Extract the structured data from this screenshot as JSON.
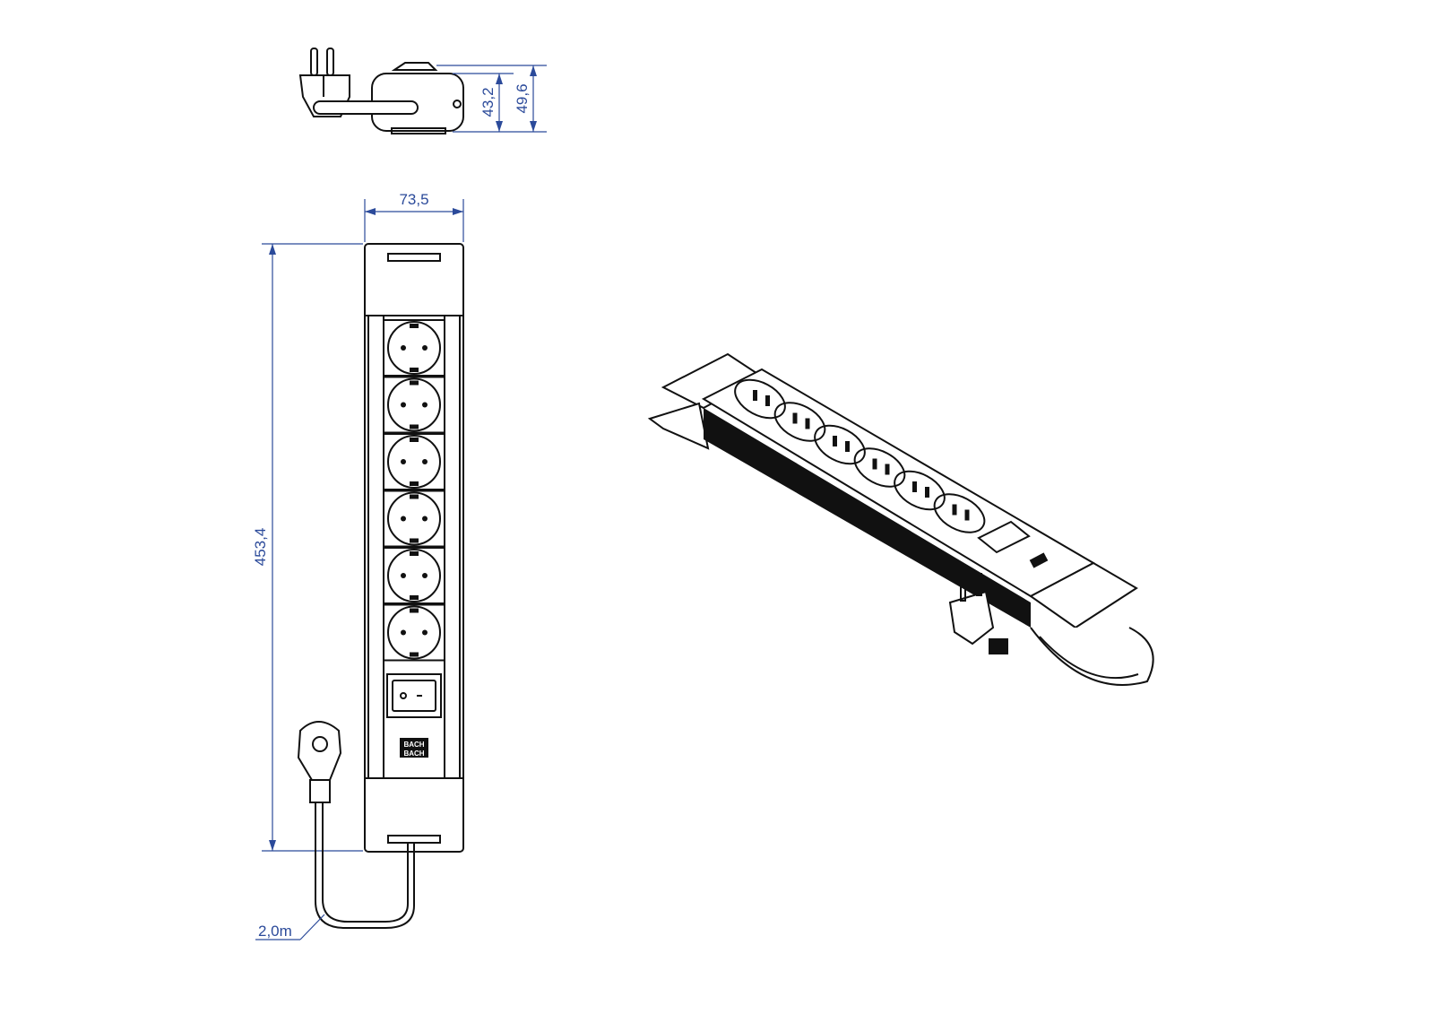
{
  "dimensions": {
    "width": "73,5",
    "length": "453,4",
    "height_body": "43,2",
    "height_total": "49,6",
    "cable_length": "2,0m"
  },
  "logo": "BACH",
  "socket_count": 6,
  "colors": {
    "dimension": "#2b4a9a",
    "line": "#111111"
  }
}
